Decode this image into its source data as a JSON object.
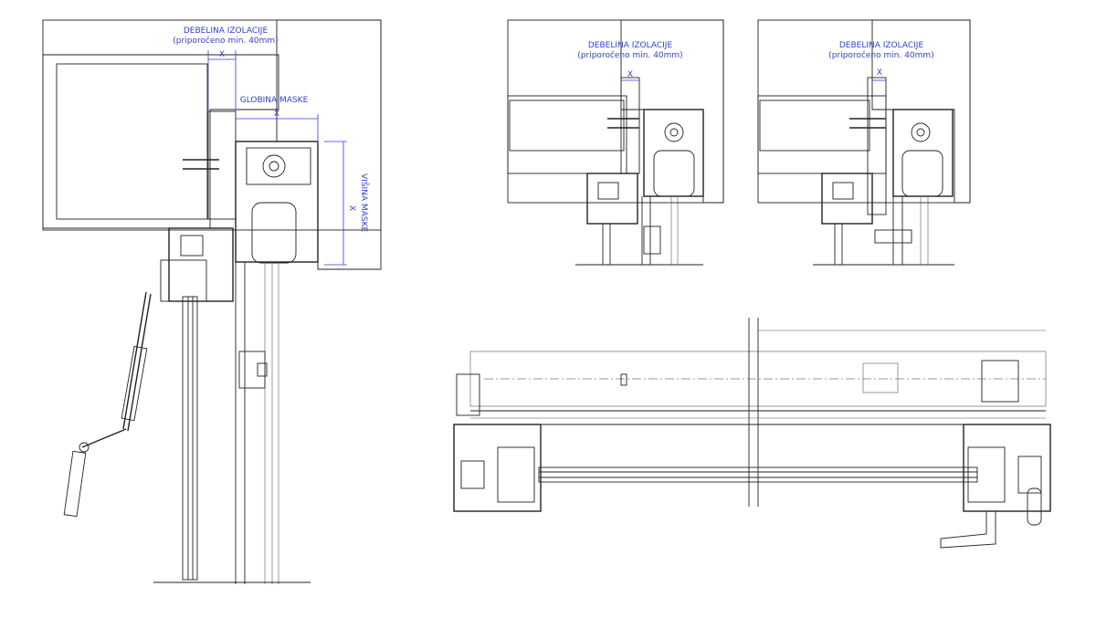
{
  "labels": {
    "insulation_thickness": "DEBELINA IZOLACIJE",
    "insulation_note": "(priporočeno min. 40mm)",
    "mask_depth": "GLOBINA MASKE",
    "mask_height": "VIŠINA MASKE",
    "x": "X"
  },
  "colors": {
    "dimension": "#2f3fd1",
    "line": "#222222",
    "fill_dark": "#555555"
  }
}
